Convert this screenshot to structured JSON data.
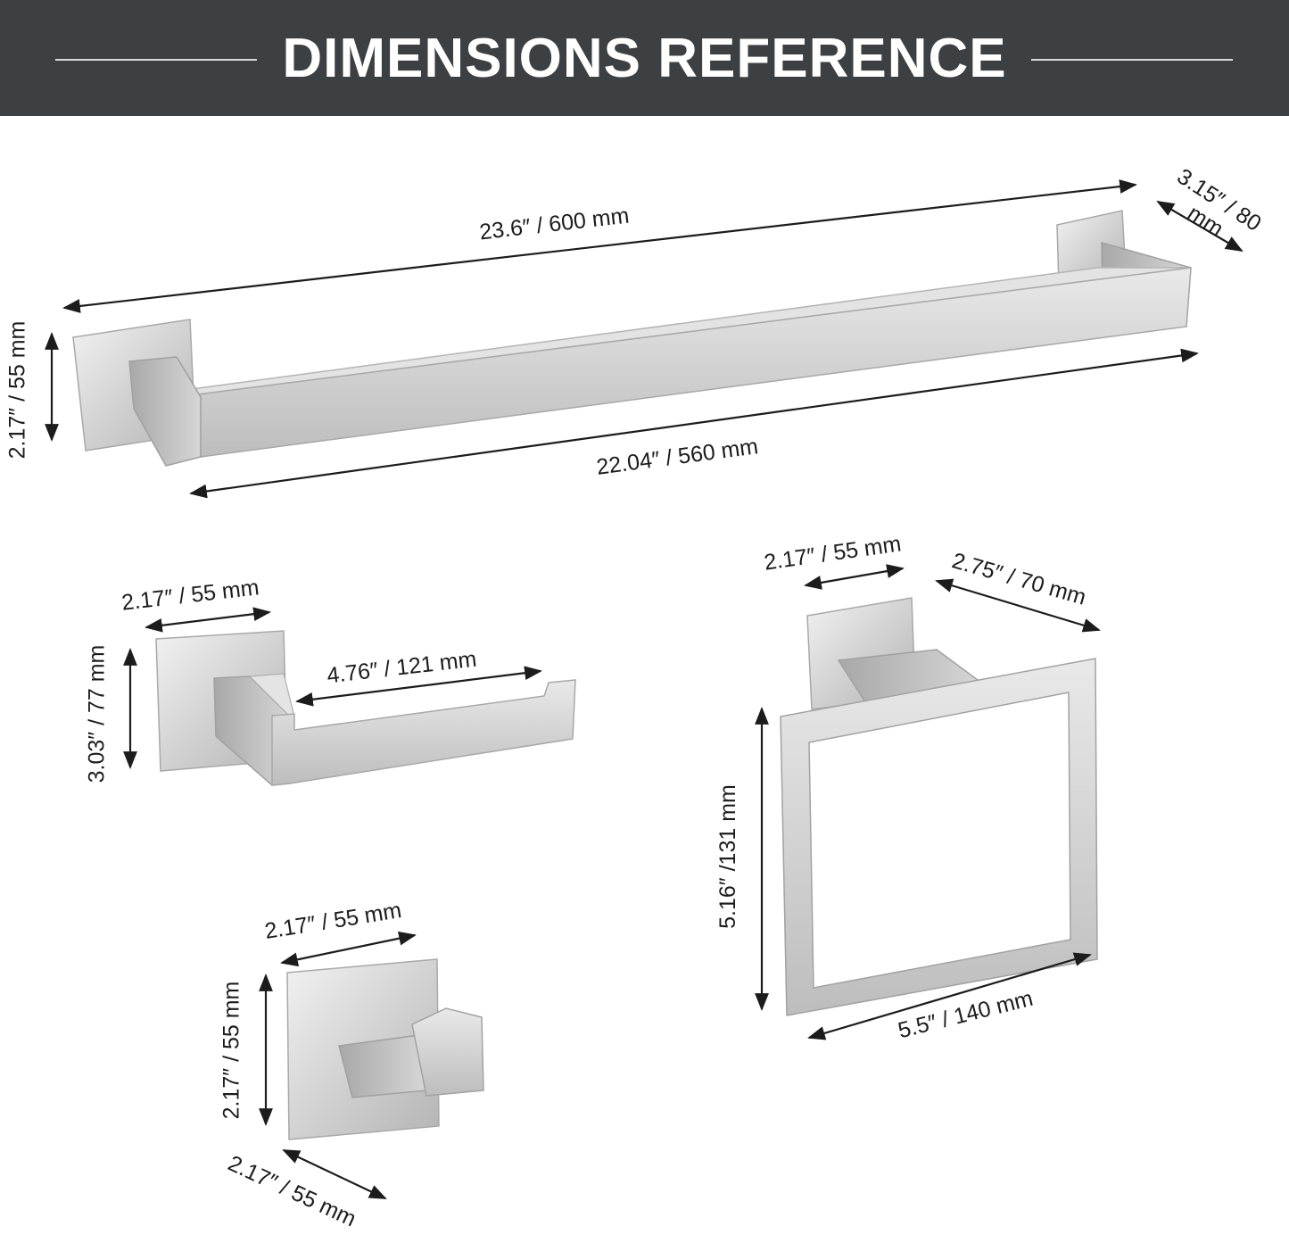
{
  "header": {
    "title": "DIMENSIONS REFERENCE"
  },
  "colors": {
    "banner_bg": "#3d4043",
    "banner_text": "#ffffff",
    "metal_light": "#e6e6e6",
    "metal_mid": "#c9c9c9",
    "metal_dark": "#9d9d9d",
    "dimension_line": "#1c1c1c"
  },
  "towel_bar": {
    "overall_length": "23.6″ / 600 mm",
    "bar_length": "22.04″ / 560 mm",
    "base_height": "2.17″ / 55 mm",
    "projection": "3.15″ / 80 mm"
  },
  "paper_holder": {
    "base_width": "2.17″ / 55 mm",
    "arm_length": "4.76″ / 121 mm",
    "base_height": "3.03″ / 77 mm"
  },
  "towel_ring": {
    "base_width": "2.17″ / 55 mm",
    "projection": "2.75″ / 70 mm",
    "ring_height": "5.16″ /131 mm",
    "ring_width": "5.5″ / 140 mm"
  },
  "robe_hook": {
    "base_width": "2.17″ / 55 mm",
    "base_height": "2.17″ / 55 mm",
    "depth": "2.17″ / 55 mm"
  }
}
